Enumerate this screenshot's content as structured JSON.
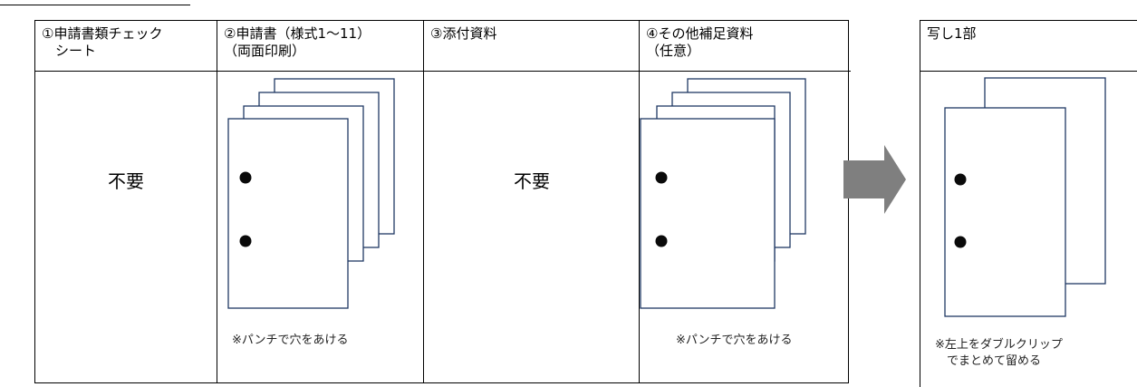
{
  "columns": [
    {
      "header": "①申請書類チェック\n　シート",
      "content": "不要"
    },
    {
      "header": "②申請書（様式1～11）\n（両面印刷）",
      "note": "※パンチで穴をあける"
    },
    {
      "header": "③添付資料",
      "content": "不要"
    },
    {
      "header": "④その他補足資料\n（任意）",
      "note": "※パンチで穴をあける"
    }
  ],
  "copy": {
    "header": "写し1部",
    "note": "※左上をダブルクリップ\n　でまとめて留める"
  },
  "colors": {
    "line": "#1f3864",
    "arrow": "#7f7f7f",
    "hole": "#0a0a0a"
  },
  "icons": [
    "arrow-right-icon",
    "document-stack-icon",
    "punch-hole-icon"
  ]
}
